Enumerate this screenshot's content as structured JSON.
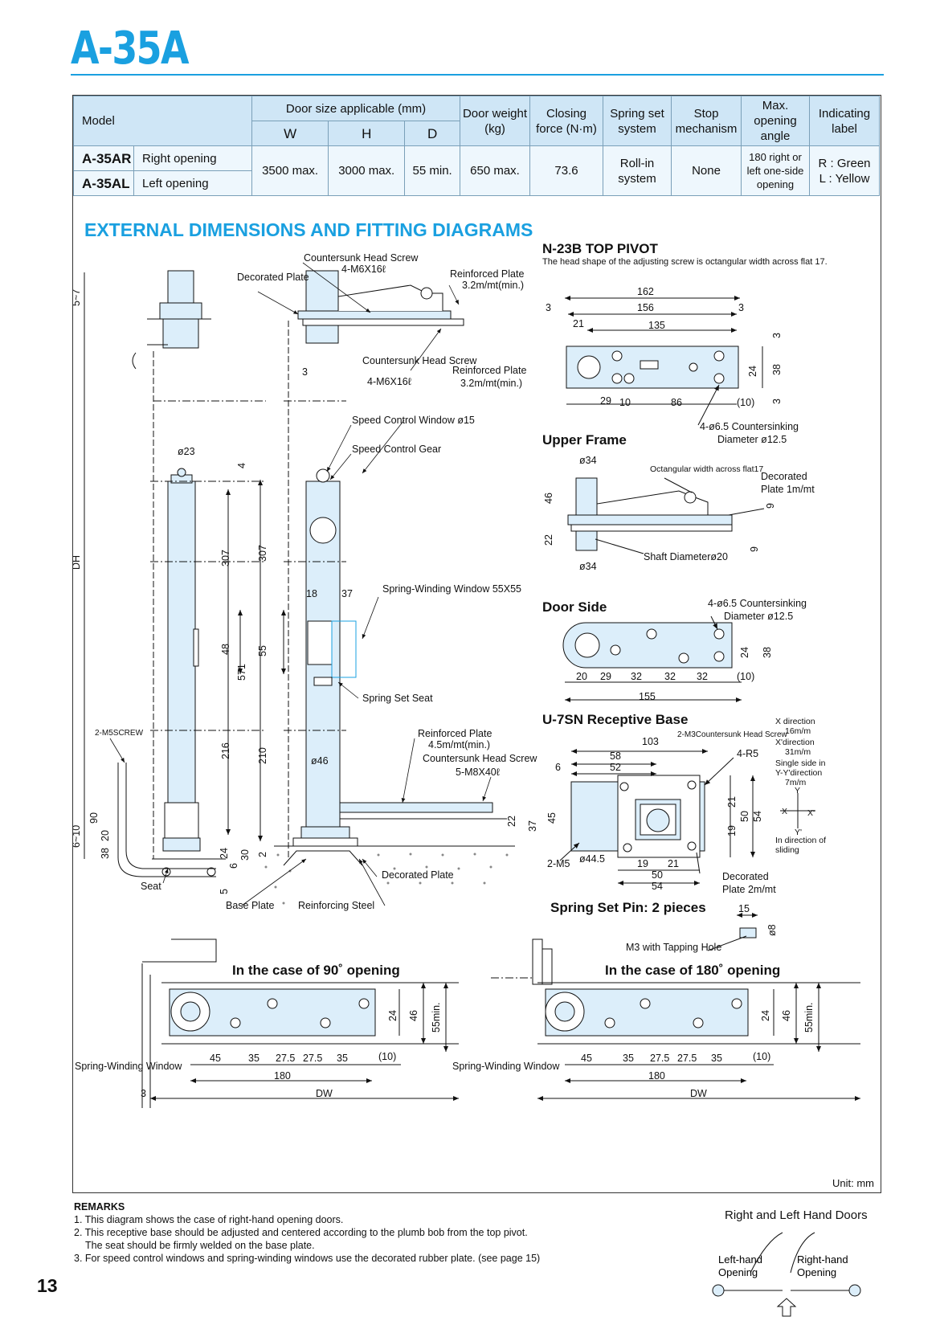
{
  "title": "A-35A",
  "page_number": "13",
  "spec_table": {
    "headers": {
      "model": "Model",
      "door_size": "Door size applicable (mm)",
      "w": "W",
      "h": "H",
      "d": "D",
      "door_weight": "Door weight (kg)",
      "closing_force": "Closing force (N·m)",
      "spring_set": "Spring set system",
      "stop": "Stop mechanism",
      "max_opening": "Max. opening angle",
      "indicating": "Indicating label"
    },
    "rows": [
      {
        "model": "A-35AR",
        "opening": "Right opening"
      },
      {
        "model": "A-35AL",
        "opening": "Left opening"
      }
    ],
    "values": {
      "w": "3500 max.",
      "h": "3000 max.",
      "d": "55 min.",
      "door_weight": "650 max.",
      "closing_force": "73.6",
      "spring_set": "Roll-in system",
      "stop": "None",
      "max_opening": "180 right or left one-side opening",
      "indicating_r": "R : Green",
      "indicating_l": "L : Yellow"
    }
  },
  "section_title": "EXTERNAL DIMENSIONS AND FITTING DIAGRAMS",
  "main_diagram": {
    "labels": {
      "countersunk_top": "Countersunk Head Screw",
      "countersunk_top_spec": "4-M6X16ℓ",
      "decorated_plate": "Decorated Plate",
      "reinforced_top": "Reinforced Plate",
      "reinforced_top_spec": "3.2m/mt(min.)",
      "countersunk_mid": "Countersunk Head Screw",
      "countersunk_mid_spec": "4-M6X16ℓ",
      "reinforced_mid": "Reinforced Plate",
      "reinforced_mid_spec": "3.2m/mt(min.)",
      "speed_window": "Speed Control Window ø15",
      "speed_gear": "Speed Control Gear",
      "spring_window": "Spring-Winding Window 55X55",
      "spring_seat": "Spring Set Seat",
      "reinforced_bot": "Reinforced Plate",
      "reinforced_bot_spec": "4.5m/mt(min.)",
      "countersunk_bot": "Countersunk Head Screw",
      "countersunk_bot_spec": "5-M8X40ℓ",
      "decorated_bot": "Decorated Plate",
      "base_plate": "Base Plate",
      "reinforcing_steel": "Reinforcing Steel",
      "seat": "Seat",
      "m5screw": "2-M5SCREW",
      "dh": "DH"
    },
    "dims": {
      "d5_7": "5~7",
      "d3": "3",
      "d23": "ø23",
      "d4": "4",
      "d307a": "307",
      "d307b": "307",
      "d18": "18",
      "d37": "37",
      "d48": "48",
      "d55": "55",
      "d571": "571",
      "d216": "216",
      "d210": "210",
      "d46": "ø46",
      "d90": "90",
      "d20": "20",
      "d6_10": "6~10",
      "d38": "38",
      "d24": "24",
      "d6": "6",
      "d30": "30",
      "d2": "2",
      "d5": "5",
      "d22": "22",
      "d37b": "37"
    }
  },
  "top_pivot": {
    "title": "N-23B TOP PIVOT",
    "note": "The head shape of the adjusting screw is octangular width across flat 17.",
    "dims": {
      "d162": "162",
      "d156": "156",
      "d3a": "3",
      "d3b": "3",
      "d21": "21",
      "d135": "135",
      "d3c": "3",
      "d24": "24",
      "d38": "38",
      "d3d": "3",
      "d29": "29",
      "d10": "10",
      "d86": "86",
      "d10p": "(10)"
    },
    "holes": "4-ø6.5 Countersinking",
    "holes_dia": "Diameter ø12.5"
  },
  "upper_frame": {
    "title": "Upper Frame",
    "dims": {
      "d34a": "ø34",
      "d46": "46",
      "d22": "22",
      "d34b": "ø34",
      "d9a": "9",
      "d9b": "9"
    },
    "octangular": "Octangular width across flat17",
    "decorated": "Decorated",
    "decorated_spec": "Plate 1m/mt",
    "shaft": "Shaft Diameterø20"
  },
  "door_side": {
    "title": "Door Side",
    "holes": "4-ø6.5 Countersinking",
    "holes_dia": "Diameter ø12.5",
    "dims": {
      "d20": "20",
      "d29": "29",
      "d32a": "32",
      "d32b": "32",
      "d32c": "32",
      "d10p": "(10)",
      "d155": "155",
      "d24": "24",
      "d38": "38"
    }
  },
  "receptive_base": {
    "title": "U-7SN Receptive Base",
    "screw": "2-M3Countersunk Head Screw",
    "r5": "4-R5",
    "m5": "2-M5",
    "decorated": "Decorated",
    "decorated_spec": "Plate 2m/mt",
    "dims": {
      "d103": "103",
      "d58": "58",
      "d52": "52",
      "d6": "6",
      "d45": "45",
      "d44_5": "ø44.5",
      "d19a": "19",
      "d21a": "21",
      "d50a": "50",
      "d54a": "54",
      "d21b": "21",
      "d19b": "19",
      "d50b": "50",
      "d54b": "54"
    },
    "directions": {
      "x": "X direction",
      "x_val": "16m/m",
      "xp": "X'direction",
      "xp_val": "31m/m",
      "single": "Single side in",
      "single2": "Y-Y'direction",
      "single_val": "7m/m",
      "slide": "In direction of",
      "slide2": "sliding",
      "ax_y": "Y",
      "ax_x": "X",
      "ax_xp": "X'",
      "ax_yp": "Y'"
    }
  },
  "spring_pin": {
    "title": "Spring Set Pin: 2 pieces",
    "d15": "15",
    "d8": "ø8",
    "hole": "M3 with Tapping Hole"
  },
  "opening_90": {
    "title": "In the case of 90˚ opening",
    "window": "Spring-Winding Window",
    "dims": {
      "d45": "45",
      "d35a": "35",
      "d27a": "27.5",
      "d27b": "27.5",
      "d35b": "35",
      "d10p": "(10)",
      "d180": "180",
      "dw": "DW",
      "d3": "3",
      "d24": "24",
      "d46": "46",
      "d55": "55min."
    }
  },
  "opening_180": {
    "title": "In the case of 180˚ opening",
    "window": "Spring-Winding Window",
    "dims": {
      "d45": "45",
      "d35a": "35",
      "d27a": "27.5",
      "d27b": "27.5",
      "d35b": "35",
      "d10p": "(10)",
      "d180": "180",
      "dw": "DW",
      "d24": "24",
      "d46": "46",
      "d55": "55min."
    }
  },
  "unit": "Unit: mm",
  "remarks": {
    "heading": "REMARKS",
    "items": [
      "1. This diagram shows the case of right-hand opening doors.",
      "2. This receptive base should be adjusted and centered according to the plumb bob from the top pivot.",
      "The seat should be firmly welded on the base plate.",
      "3. For speed control windows and spring-winding windows use the decorated rubber plate. (see page 15)"
    ]
  },
  "hands": {
    "title": "Right and Left Hand Doors",
    "left": "Left-hand",
    "left2": "Opening",
    "right": "Right-hand",
    "right2": "Opening"
  },
  "colors": {
    "accent": "#1aa0e0",
    "header_fill": "#cfe6f6",
    "body_fill": "#eef7fd",
    "part_fill": "#dceefa"
  }
}
